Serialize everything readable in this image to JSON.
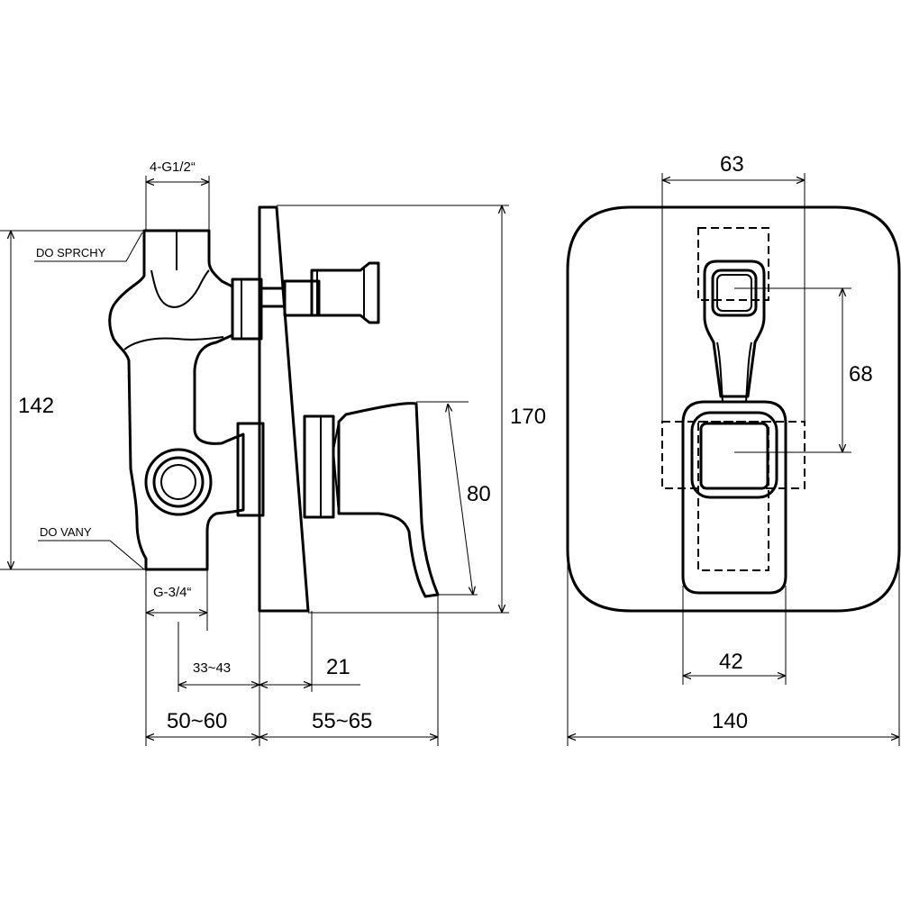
{
  "side_view": {
    "label_shower_outlet": "DO SPRCHY",
    "label_bath_outlet": "DO VANY",
    "thread_top": "4-G1/2“",
    "thread_bottom": "G-3/4“",
    "dim_height_body": "142",
    "dim_height_plate": "170",
    "dim_lever_height": "80",
    "dim_install_depth_range": "33~43",
    "dim_plate_offset": "21",
    "dim_body_depth": "50~60",
    "dim_lever_reach": "55~65"
  },
  "front_view": {
    "dim_handle_width": "63",
    "dim_handle_spacing": "68",
    "dim_lever_width": "42",
    "dim_plate_width": "140"
  }
}
